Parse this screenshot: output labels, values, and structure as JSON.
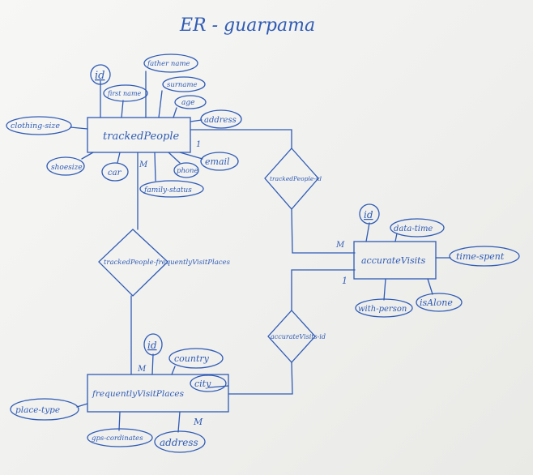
{
  "title": "ER - guarpama",
  "entities": {
    "tracked": "trackedPeople",
    "accurate": "accurateVisits",
    "frequent": "frequentlyVisitPlaces"
  },
  "attributes": {
    "tp_id": "id",
    "tp_first_name": "first name",
    "tp_father_name": "father name",
    "tp_surname": "surname",
    "tp_age": "age",
    "tp_address": "address",
    "tp_clothing_size": "clothing-size",
    "tp_shoe_size": "shoesize",
    "tp_car": "car",
    "tp_phone": "phone",
    "tp_email": "email",
    "tp_family_status": "family-status",
    "av_id": "id",
    "av_date_time": "data-time",
    "av_time_spent": "time-spent",
    "av_with_person": "with-person",
    "av_is_alone": "isAlone",
    "fp_id": "id",
    "fp_country": "country",
    "fp_city": "city",
    "fp_place_type": "place-type",
    "fp_gps": "gps-cordinates",
    "fp_address": "address"
  },
  "relationships": {
    "tp_fvp": "trackedPeople-frequentlyVisitPlaces",
    "tp_id": "trackedPeople-id",
    "av_id": "accurateVisits-id"
  },
  "cardinalities": {
    "tp_M": "M",
    "tp_1": "1",
    "fvp_M_top": "M",
    "fvp_M_bottom": "M",
    "av_M": "M",
    "av_1": "1"
  }
}
